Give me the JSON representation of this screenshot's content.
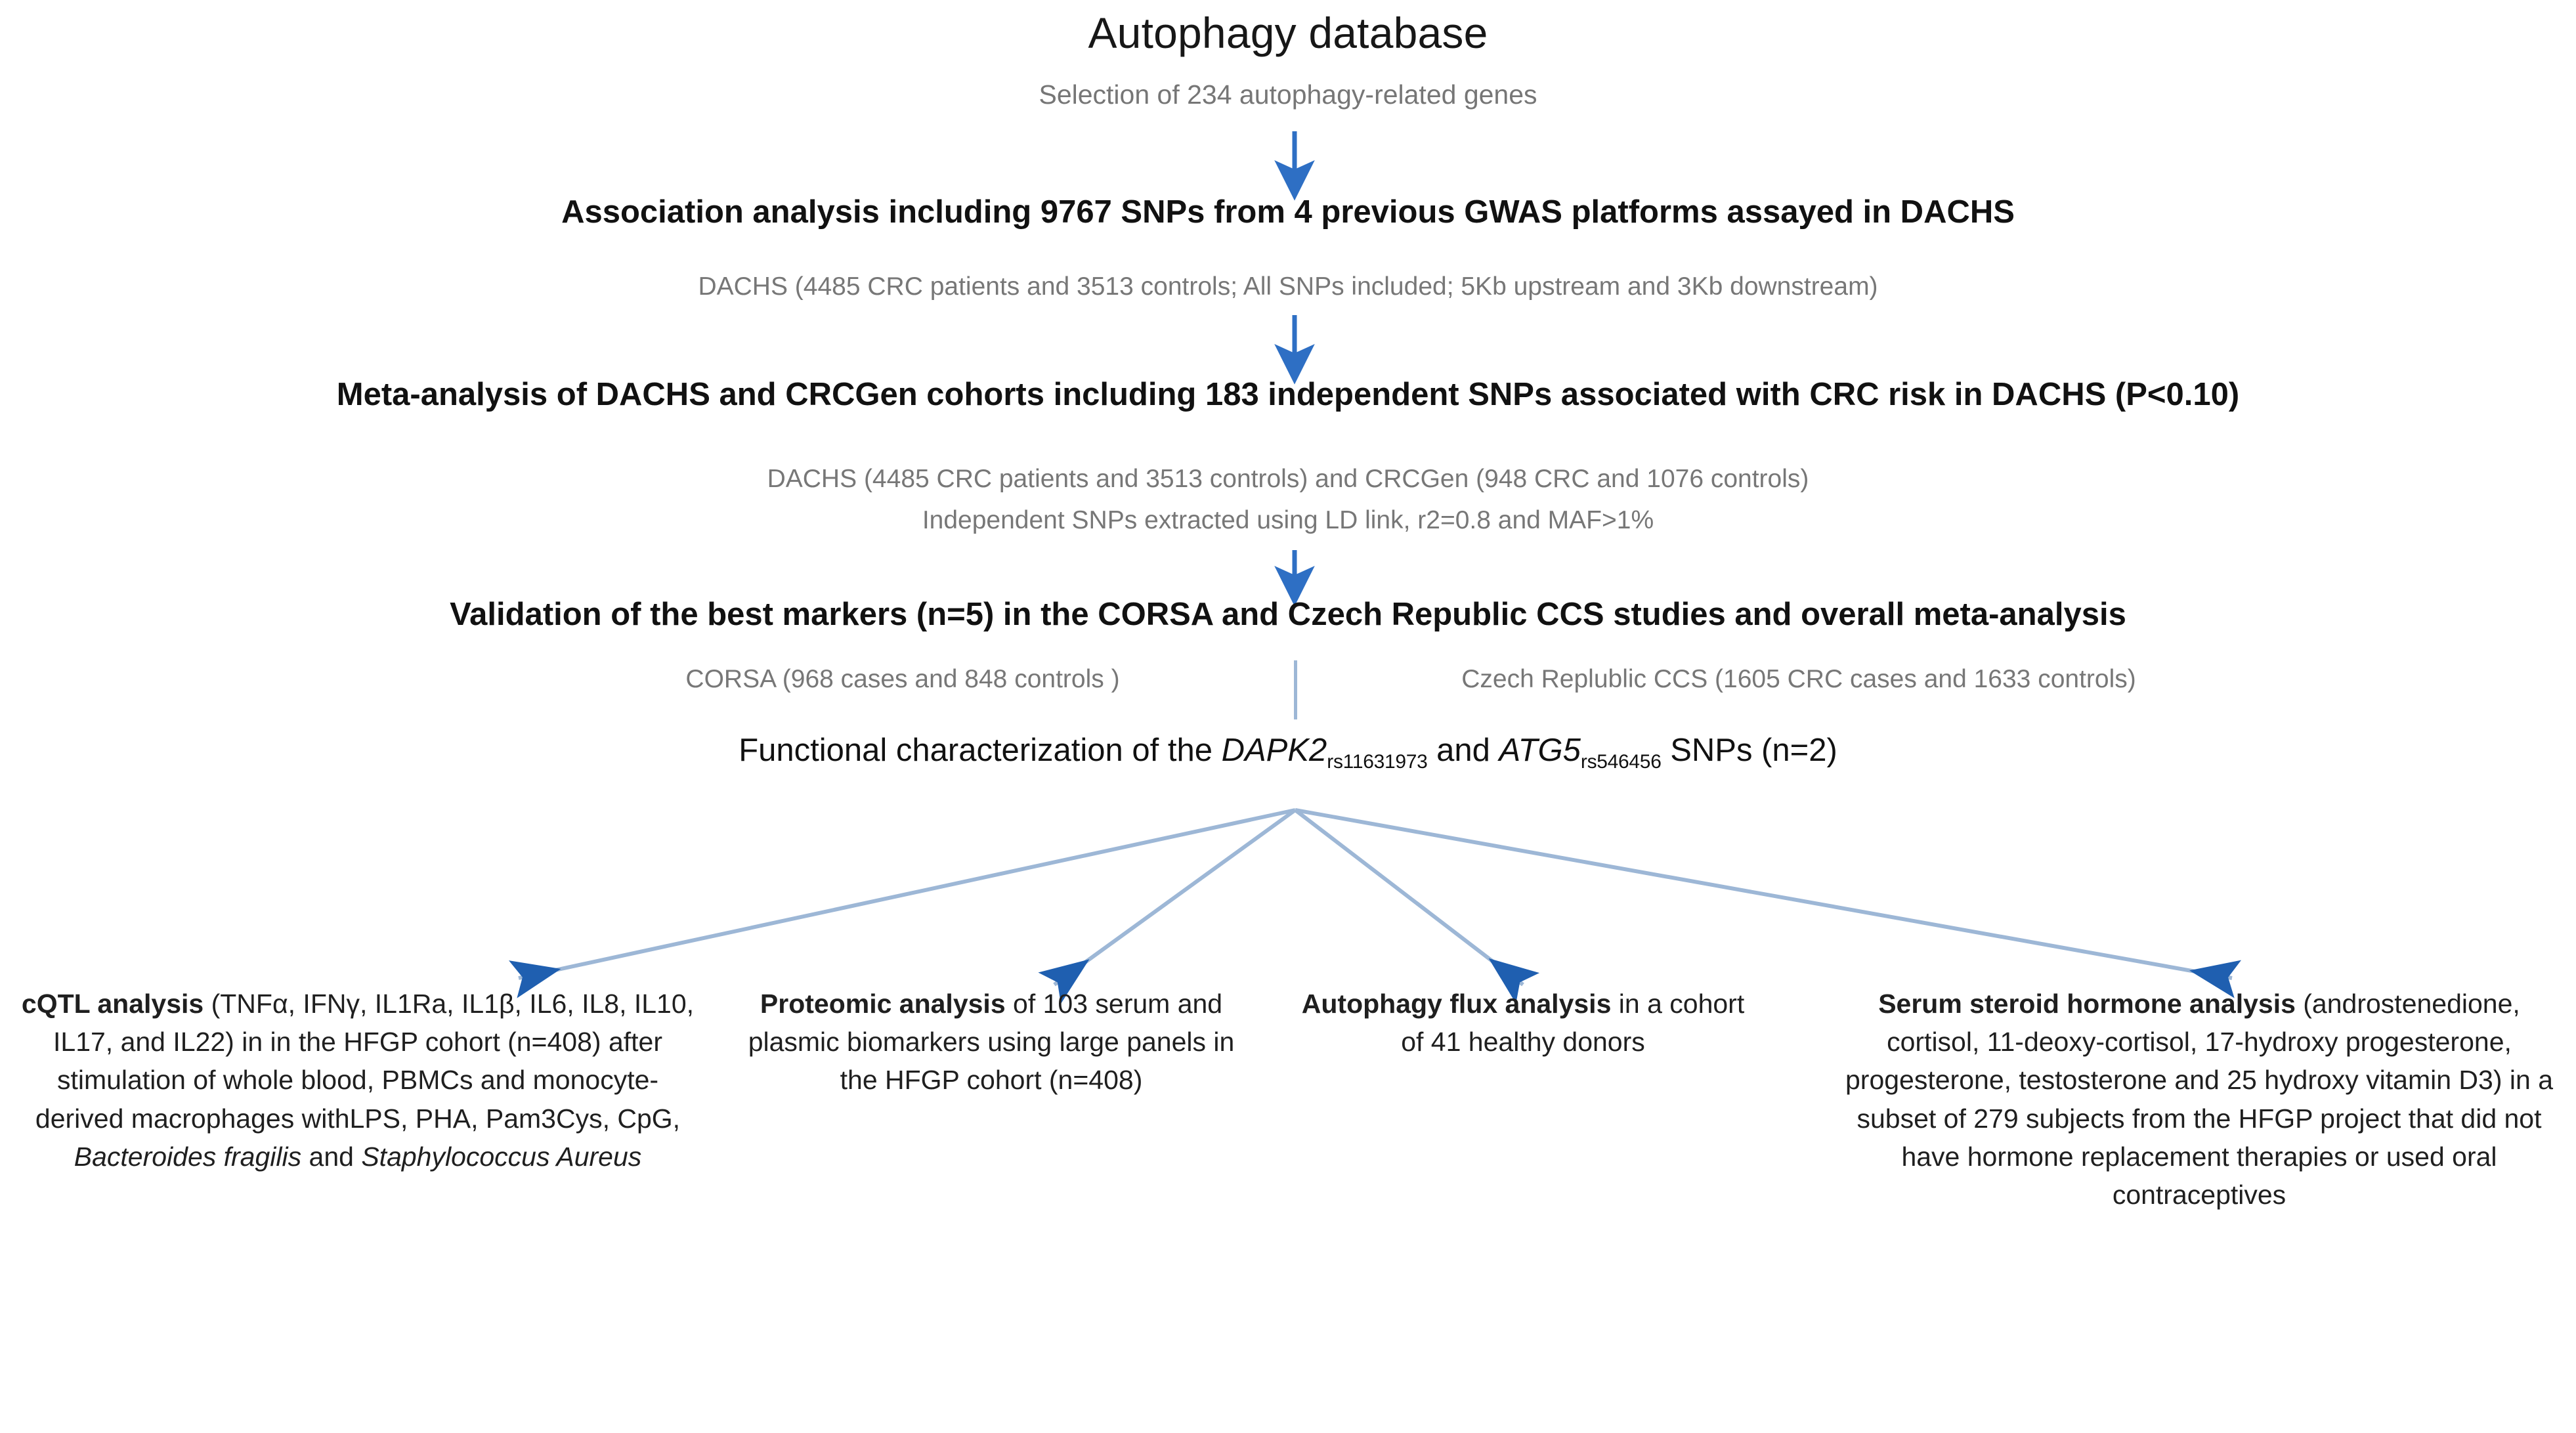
{
  "diagram": {
    "title": "Autophagy database",
    "subtitle": "Selection of 234 autophagy-related genes",
    "steps": [
      {
        "title": "Association analysis including 9767 SNPs from 4 previous GWAS platforms assayed in DACHS",
        "sub1": "DACHS (4485 CRC patients and 3513 controls; All SNPs included; 5Kb upstream and 3Kb downstream)"
      },
      {
        "title": "Meta-analysis of DACHS and CRCGen cohorts including 183 independent SNPs associated with CRC risk in DACHS (P<0.10)",
        "sub1": "DACHS (4485 CRC patients and 3513 controls) and CRCGen (948 CRC and 1076 controls)",
        "sub2": "Independent SNPs extracted using LD link, r2=0.8 and MAF>1%"
      },
      {
        "title": "Validation of the best markers (n=5) in the CORSA and Czech Republic CCS studies and overall meta-analysis",
        "sub_left": "CORSA (968 cases and 848 controls )",
        "sub_right": "Czech Replublic CCS (1605 CRC cases and 1633 controls)"
      }
    ],
    "functional": {
      "prefix": "Functional characterization of the ",
      "gene1": "DAPK2",
      "gene1_sub": "rs11631973",
      "middle": " and ",
      "gene2": "ATG5",
      "gene2_sub": "rs546456",
      "suffix": " SNPs (n=2)"
    },
    "branches": [
      {
        "lead": "cQTL analysis",
        "body_a": " (TNFα, IFNγ, IL1Ra, IL1β, IL6, IL8, IL10, IL17, and IL22) in in the HFGP cohort (n=408) after stimulation of whole blood, PBMCs and monocyte-derived macrophages withLPS, PHA, Pam3Cys, CpG, ",
        "species1": "Bacteroides fragilis",
        "body_b": " and ",
        "species2": "Staphylococcus Aureus",
        "body_c": ""
      },
      {
        "lead": "Proteomic analysis",
        "body_a": " of 103 serum and plasmic biomarkers using large panels in the HFGP cohort (n=408)",
        "species1": "",
        "body_b": "",
        "species2": "",
        "body_c": ""
      },
      {
        "lead": "Autophagy flux analysis",
        "body_a": " in a cohort of 41 healthy donors",
        "species1": "",
        "body_b": "",
        "species2": "",
        "body_c": ""
      },
      {
        "lead": "Serum steroid hormone analysis",
        "body_a": " (androstenedione, cortisol, 11-deoxy-cortisol, 17-hydroxy progesterone, progesterone, testosterone and 25 hydroxy vitamin D3) in a subset of 279 subjects from the HFGP project that did not have hormone replacement therapies or used oral contraceptives",
        "species1": "",
        "body_b": "",
        "species2": "",
        "body_c": ""
      }
    ],
    "colors": {
      "arrow_vertical": "#2e6fc4",
      "arrow_fan": "#9db7d6",
      "arrow_fan_head": "#1f5fb0",
      "divider": "#9db7d6",
      "title_text": "#171717",
      "caption_text": "#777777",
      "body_text": "#1f1f1f"
    }
  }
}
